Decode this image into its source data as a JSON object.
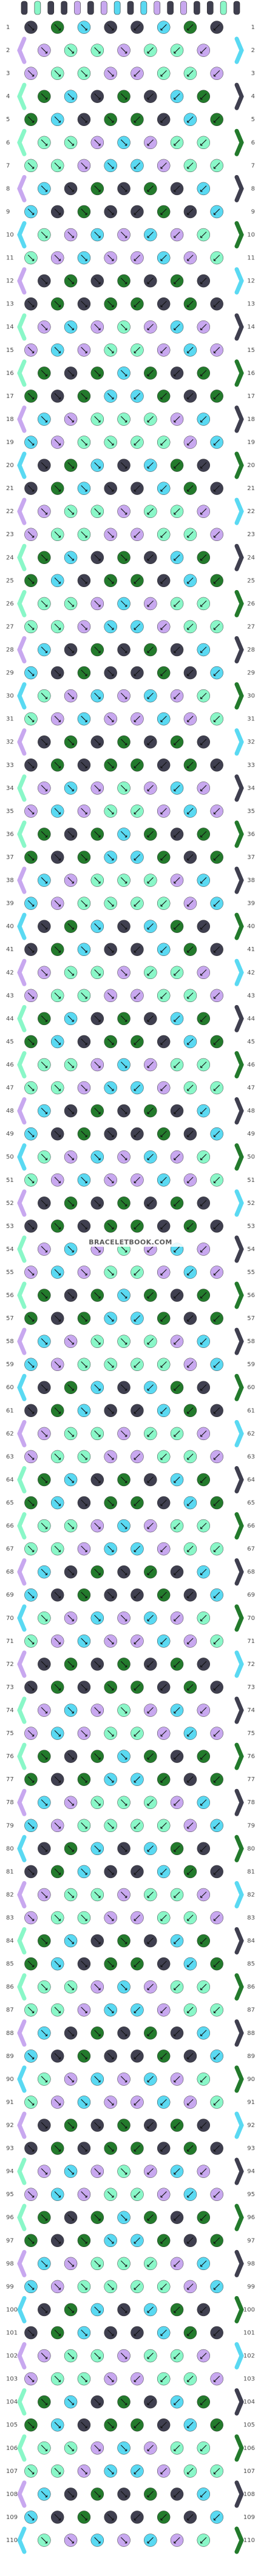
{
  "watermark": "BRACELETBOOK.COM",
  "colors": {
    "A": "#3f3f4f",
    "B": "#8af7c8",
    "C": "#c8a8ef",
    "D": "#237a2c",
    "E": "#5ad9f2"
  },
  "strings_top": [
    "A",
    "B",
    "A",
    "A",
    "C",
    "A",
    "C",
    "E",
    "A",
    "E",
    "C",
    "A",
    "C",
    "A",
    "A",
    "B",
    "A"
  ],
  "row_count": 110,
  "row_numbers_left": [
    "1",
    "2",
    "3",
    "4",
    "5",
    "6",
    "7",
    "8",
    "9",
    "10",
    "11",
    "12",
    "13",
    "14",
    "15",
    "16",
    "17",
    "18",
    "19",
    "20",
    "21",
    "22",
    "23",
    "24",
    "25",
    "26",
    "27",
    "28",
    "29",
    "30",
    "31",
    "32",
    "33",
    "34",
    "35",
    "36",
    "37",
    "38",
    "39",
    "40",
    "41",
    "42",
    "43",
    "44",
    "45",
    "46",
    "47",
    "48",
    "49",
    "50",
    "51",
    "52",
    "53",
    "54",
    "55",
    "56",
    "57",
    "58",
    "59",
    "60",
    "61",
    "62",
    "63",
    "64",
    "65",
    "66",
    "67",
    "68",
    "69",
    "70",
    "71",
    "72",
    "73",
    "74",
    "75",
    "76",
    "77",
    "78",
    "79",
    "80",
    "81",
    "82",
    "83",
    "84",
    "85",
    "86",
    "87",
    "88",
    "89",
    "90",
    "91",
    "92",
    "93",
    "94",
    "95",
    "96",
    "97",
    "98",
    "99",
    "100",
    "101",
    "102",
    "103",
    "104",
    "105",
    "106",
    "107",
    "108",
    "109",
    "110"
  ],
  "row_numbers_right": [
    "1",
    "2",
    "3",
    "4",
    "5",
    "6",
    "7",
    "8",
    "9",
    "10",
    "11",
    "12",
    "13",
    "14",
    "15",
    "16",
    "17",
    "18",
    "19",
    "20",
    "21",
    "22",
    "23",
    "24",
    "25",
    "26",
    "27",
    "28",
    "29",
    "30",
    "31",
    "32",
    "33",
    "34",
    "35",
    "36",
    "37",
    "38",
    "39",
    "40",
    "41",
    "42",
    "43",
    "44",
    "45",
    "46",
    "47",
    "48",
    "49",
    "50",
    "51",
    "52",
    "53",
    "54",
    "55",
    "56",
    "57",
    "58",
    "59",
    "60",
    "61",
    "62",
    "63",
    "64",
    "65",
    "66",
    "67",
    "68",
    "69",
    "70",
    "71",
    "72",
    "73",
    "74",
    "75",
    "76",
    "77",
    "78",
    "79",
    "80",
    "81",
    "82",
    "83",
    "84",
    "85",
    "86",
    "87",
    "88",
    "89",
    "90",
    "91",
    "92",
    "93",
    "94",
    "95",
    "96",
    "97",
    "98",
    "99",
    "100",
    "101",
    "102",
    "103",
    "104",
    "105",
    "106",
    "107",
    "108",
    "109",
    "110"
  ],
  "knot_palette_cycle": [
    "A",
    "C",
    "D",
    "B",
    "E",
    "B",
    "A",
    "C",
    "D",
    "E"
  ]
}
